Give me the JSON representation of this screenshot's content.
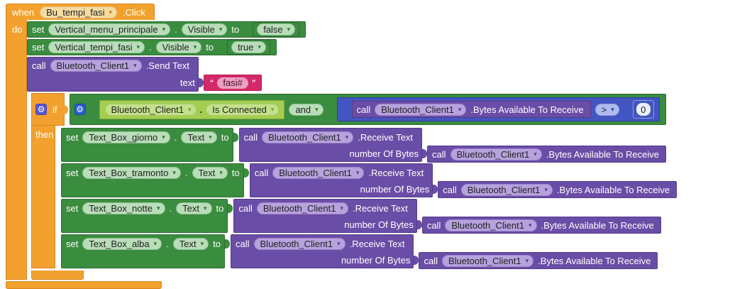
{
  "labels": {
    "when": "when",
    "do": "do",
    "set": "set",
    "to": "to",
    "call": "call",
    "if": "if",
    "then": "then",
    "text_param": "text",
    "dot": ".",
    "number_of_bytes": "number Of Bytes",
    "open_quote": "“",
    "close_quote": "”"
  },
  "when_event": {
    "component": "Bu_tempi_fasi",
    "event": ".Click"
  },
  "set_visible_rows": [
    {
      "component": "Vertical_menu_principale",
      "property": "Visible",
      "value": "false"
    },
    {
      "component": "Vertical_tempi_fasi",
      "property": "Visible",
      "value": "true"
    }
  ],
  "send_text": {
    "component": "Bluetooth_Client1",
    "method": ".Send Text",
    "value": "fasi#"
  },
  "condition": {
    "operator": "and",
    "getter": {
      "component": "Bluetooth_Client1",
      "property": "Is Connected"
    },
    "comparison": {
      "operator": ">",
      "value": "0"
    },
    "bytes_call": {
      "component": "Bluetooth_Client1",
      "method": ".Bytes Available To Receive"
    }
  },
  "receive_rows": [
    {
      "component": "Text_Box_giorno",
      "property": "Text",
      "call_component": "Bluetooth_Client1",
      "method": ".Receive Text",
      "bytes_component": "Bluetooth_Client1",
      "bytes_method": ".Bytes Available To Receive"
    },
    {
      "component": "Text_Box_tramonto",
      "property": "Text",
      "call_component": "Bluetooth_Client1",
      "method": ".Receive Text",
      "bytes_component": "Bluetooth_Client1",
      "bytes_method": ".Bytes Available To Receive"
    },
    {
      "component": "Text_Box_notte",
      "property": "Text",
      "call_component": "Bluetooth_Client1",
      "method": ".Receive Text",
      "bytes_component": "Bluetooth_Client1",
      "bytes_method": ".Bytes Available To Receive"
    },
    {
      "component": "Text_Box_alba",
      "property": "Text",
      "call_component": "Bluetooth_Client1",
      "method": ".Receive Text",
      "bytes_component": "Bluetooth_Client1",
      "bytes_method": ".Bytes Available To Receive"
    }
  ],
  "colors": {
    "control": "#F2A12E",
    "component_green": "#3A8C3F",
    "method_purple": "#6A4DA6",
    "text_pink": "#D22A68",
    "getter_lime": "#A4CE51",
    "math_blue": "#4355C0",
    "workspace": "#FFFFFF"
  }
}
